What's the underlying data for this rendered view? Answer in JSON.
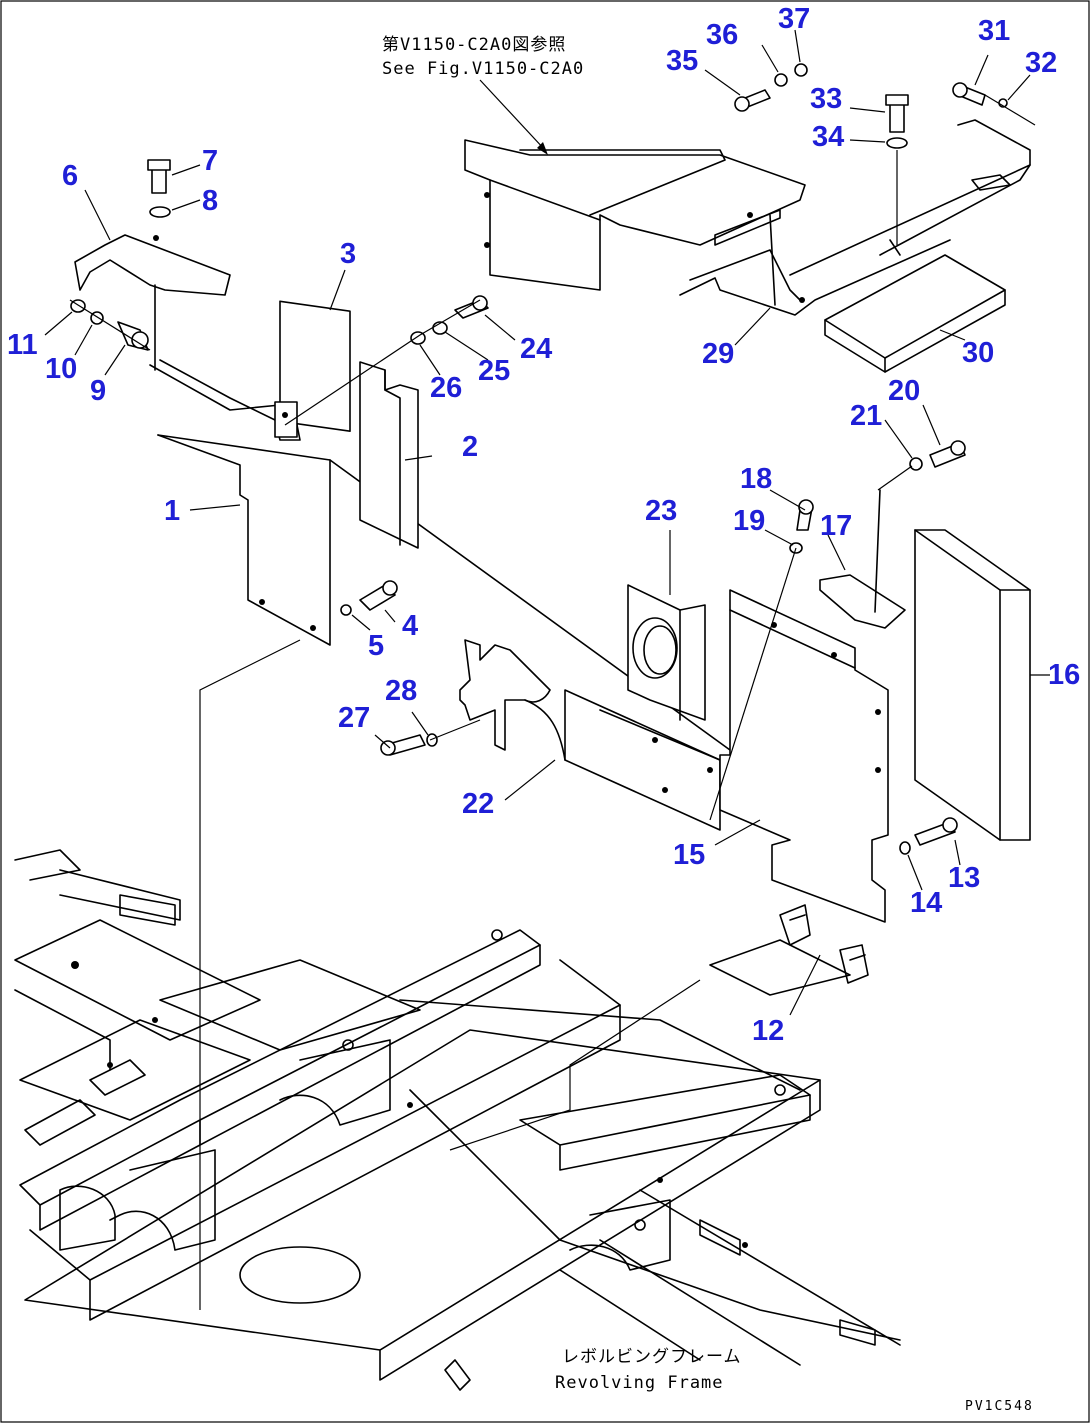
{
  "diagram": {
    "reference_note": {
      "line1": "第V1150-C2A0図参照",
      "line2": "See Fig.V1150-C2A0"
    },
    "frame_label": {
      "line1": "レボルビングフレーム",
      "line2": "Revolving Frame"
    },
    "drawing_code": "PV1C548",
    "colors": {
      "callout": "#1f1fd6",
      "line": "#000000",
      "background": "#ffffff"
    },
    "callouts": [
      {
        "id": "1",
        "text": "1"
      },
      {
        "id": "2",
        "text": "2"
      },
      {
        "id": "3",
        "text": "3"
      },
      {
        "id": "4",
        "text": "4"
      },
      {
        "id": "5",
        "text": "5"
      },
      {
        "id": "6",
        "text": "6"
      },
      {
        "id": "7",
        "text": "7"
      },
      {
        "id": "8",
        "text": "8"
      },
      {
        "id": "9",
        "text": "9"
      },
      {
        "id": "10",
        "text": "10"
      },
      {
        "id": "11",
        "text": "11"
      },
      {
        "id": "12",
        "text": "12"
      },
      {
        "id": "13",
        "text": "13"
      },
      {
        "id": "14",
        "text": "14"
      },
      {
        "id": "15",
        "text": "15"
      },
      {
        "id": "16",
        "text": "16"
      },
      {
        "id": "17",
        "text": "17"
      },
      {
        "id": "18",
        "text": "18"
      },
      {
        "id": "19",
        "text": "19"
      },
      {
        "id": "20",
        "text": "20"
      },
      {
        "id": "21",
        "text": "21"
      },
      {
        "id": "22",
        "text": "22"
      },
      {
        "id": "23",
        "text": "23"
      },
      {
        "id": "24",
        "text": "24"
      },
      {
        "id": "25",
        "text": "25"
      },
      {
        "id": "26",
        "text": "26"
      },
      {
        "id": "27",
        "text": "27"
      },
      {
        "id": "28",
        "text": "28"
      },
      {
        "id": "29",
        "text": "29"
      },
      {
        "id": "30",
        "text": "30"
      },
      {
        "id": "31",
        "text": "31"
      },
      {
        "id": "32",
        "text": "32"
      },
      {
        "id": "33",
        "text": "33"
      },
      {
        "id": "34",
        "text": "34"
      },
      {
        "id": "35",
        "text": "35"
      },
      {
        "id": "36",
        "text": "36"
      },
      {
        "id": "37",
        "text": "37"
      }
    ]
  }
}
